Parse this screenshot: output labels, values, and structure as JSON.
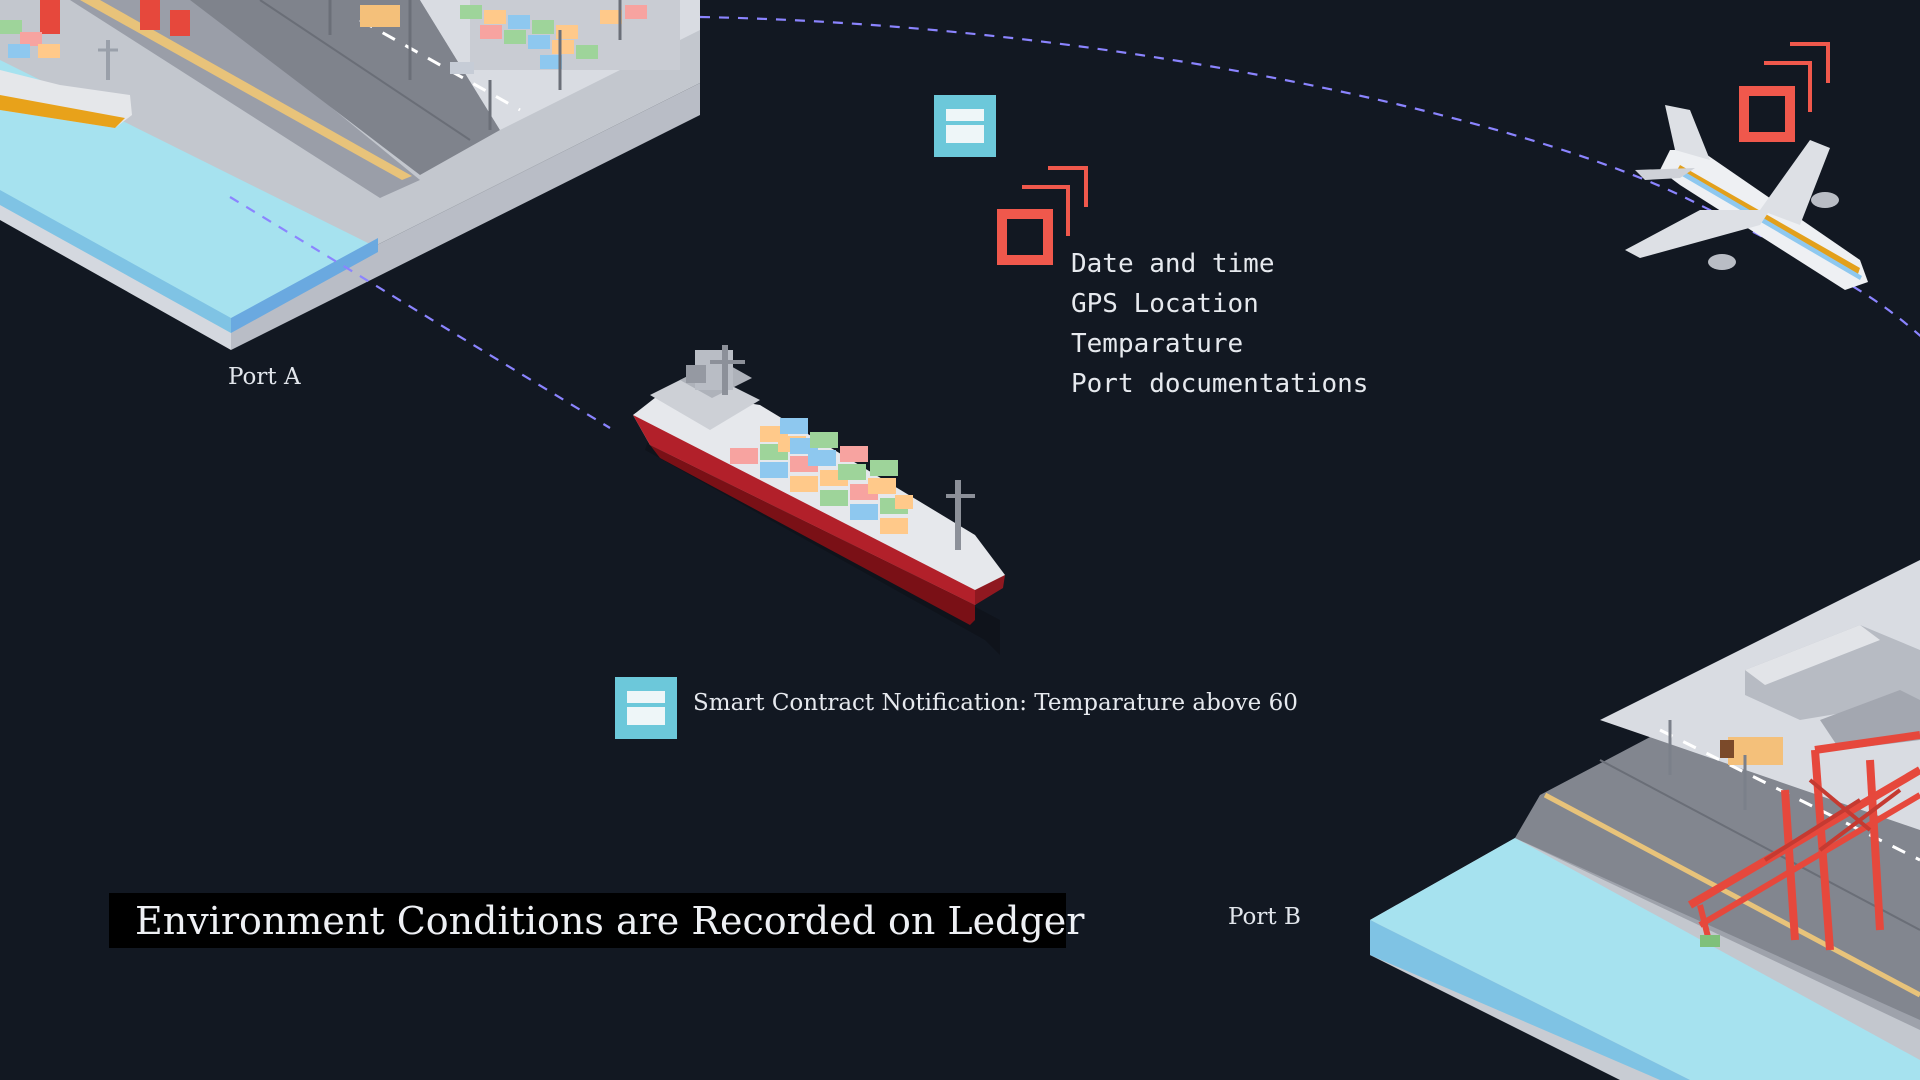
{
  "ports": {
    "a": "Port A",
    "b": "Port B"
  },
  "recorded_data": [
    "Date and time",
    "GPS Location",
    "Temparature",
    "Port documentations"
  ],
  "notification": "Smart Contract Notification: Temparature above 60",
  "banner": "Environment Conditions are Recorded on Ledger",
  "colors": {
    "background": "#121822",
    "route": "#8b84ff",
    "sensor": "#f0584c",
    "ledger": "#6cc8da",
    "water": "#a8e4f0",
    "hull": "#b2202a"
  },
  "icons": [
    "ledger-block-icon",
    "sensor-signal-icon",
    "cargo-ship",
    "airplane",
    "port-dock"
  ]
}
